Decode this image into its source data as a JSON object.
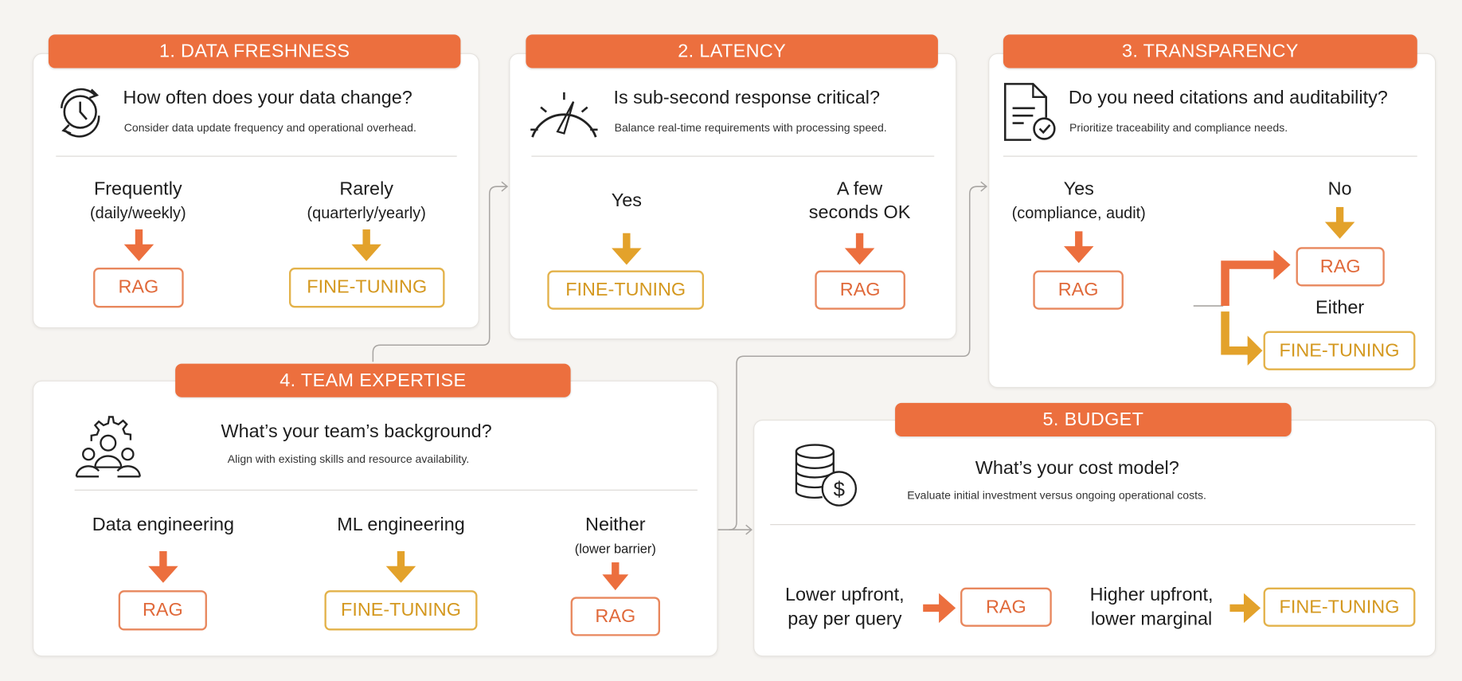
{
  "colors": {
    "orange": "#ec6f3e",
    "gold": "#e3a22b",
    "background": "#f6f4f1"
  },
  "cards": [
    {
      "header": "1. DATA FRESHNESS",
      "icon": "clock-refresh-icon",
      "question": "How often does your data change?",
      "subtitle": "Consider data update frequency and operational overhead.",
      "options": [
        {
          "label": "Frequently",
          "sublabel": "(daily/weekly)",
          "result": "RAG"
        },
        {
          "label": "Rarely",
          "sublabel": "(quarterly/yearly)",
          "result": "FINE-TUNING"
        }
      ]
    },
    {
      "header": "2. LATENCY",
      "icon": "speedometer-icon",
      "question": "Is sub-second response critical?",
      "subtitle": "Balance real-time requirements with processing speed.",
      "options": [
        {
          "label": "Yes",
          "result": "FINE-TUNING"
        },
        {
          "label": "A few",
          "label2": "seconds OK",
          "result": "RAG"
        }
      ]
    },
    {
      "header": "3. TRANSPARENCY",
      "icon": "document-check-icon",
      "question": "Do you need citations and auditability?",
      "subtitle": "Prioritize traceability and compliance needs.",
      "options": [
        {
          "label": "Yes",
          "sublabel": "(compliance, audit)",
          "result": "RAG"
        },
        {
          "label": "No",
          "result": "RAG",
          "either": "Either",
          "result2": "FINE-TUNING"
        }
      ]
    },
    {
      "header": "4. TEAM EXPERTISE",
      "icon": "team-gear-icon",
      "question": "What’s your team’s background?",
      "subtitle": "Align with existing skills and resource availability.",
      "options": [
        {
          "label": "Data engineering",
          "result": "RAG"
        },
        {
          "label": "ML engineering",
          "result": "FINE-TUNING"
        },
        {
          "label": "Neither",
          "sublabel": "(lower barrier)",
          "result": "RAG"
        }
      ]
    },
    {
      "header": "5. BUDGET",
      "icon": "coins-dollar-icon",
      "question": "What’s your cost model?",
      "subtitle": "Evaluate initial investment versus ongoing operational costs.",
      "options": [
        {
          "label": "Lower upfront,",
          "label2": "pay per query",
          "result": "RAG"
        },
        {
          "label": "Higher upfront,",
          "label2": "lower marginal",
          "result": "FINE-TUNING"
        }
      ]
    }
  ]
}
